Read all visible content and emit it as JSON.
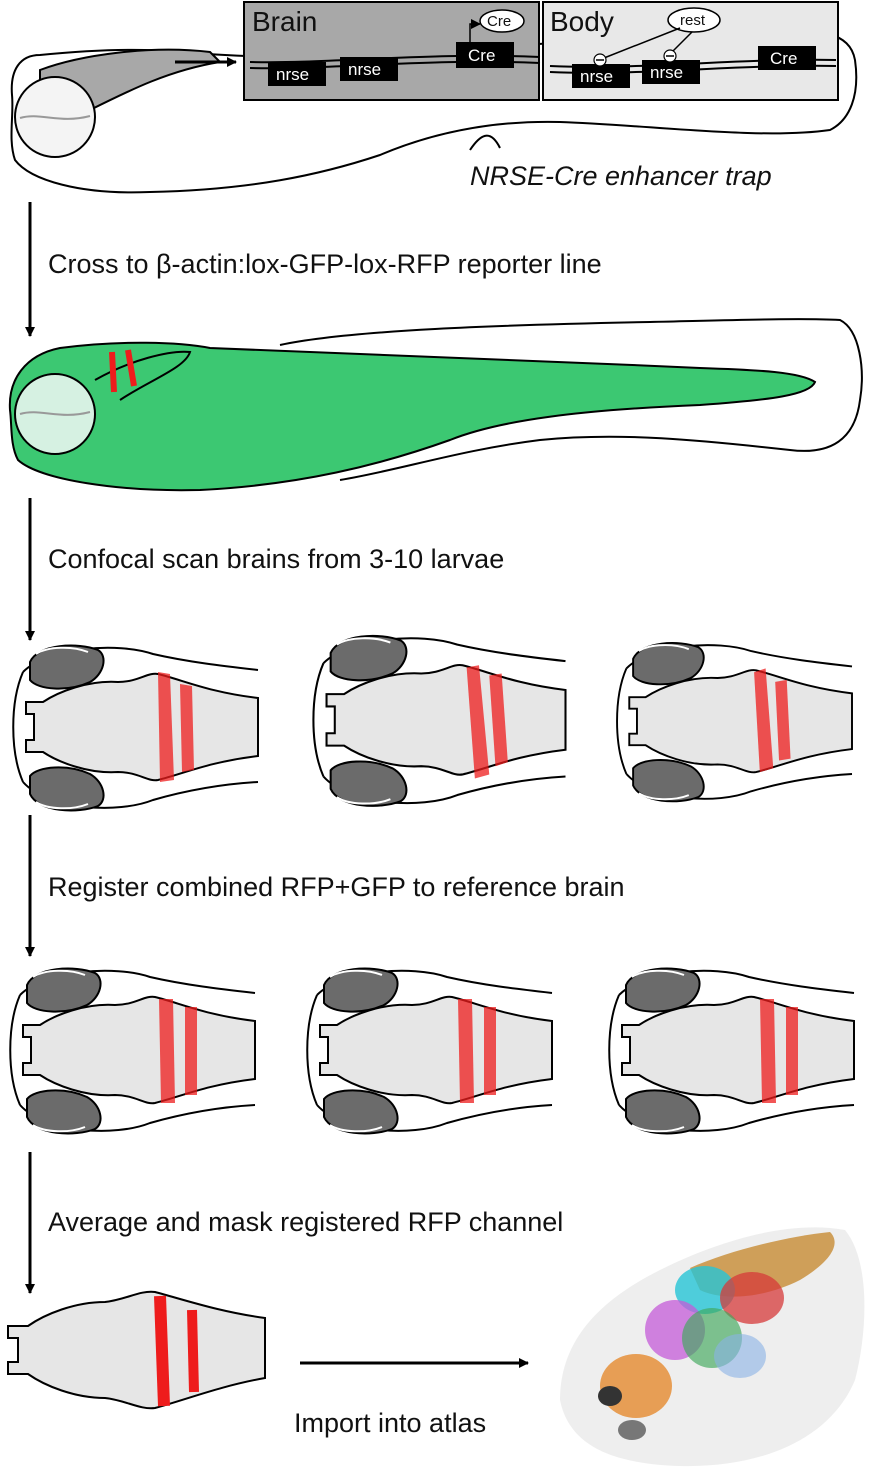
{
  "trap": {
    "brain_box_title": "Brain",
    "body_box_title": "Body",
    "element_nrse": "nrse",
    "element_cre": "Cre",
    "bubble_cre": "Cre",
    "bubble_rest": "rest",
    "caption": "NRSE-Cre enhancer trap"
  },
  "steps": [
    {
      "text": "Cross to β-actin:lox-GFP-lox-RFP reporter line"
    },
    {
      "text": "Confocal scan brains from 3-10 larvae"
    },
    {
      "text": "Register combined RFP+GFP to reference brain"
    },
    {
      "text": "Average and mask registered RFP channel"
    }
  ],
  "import_label": "Import into atlas",
  "colors": {
    "gfp_green": "#3cc872",
    "rfp_red": "#ee1c1c",
    "brain_gray": "#e6e6e6",
    "eye_gray": "#6b6b6b",
    "box_dark": "#a8a8a8",
    "box_light": "#e8e8e8"
  }
}
